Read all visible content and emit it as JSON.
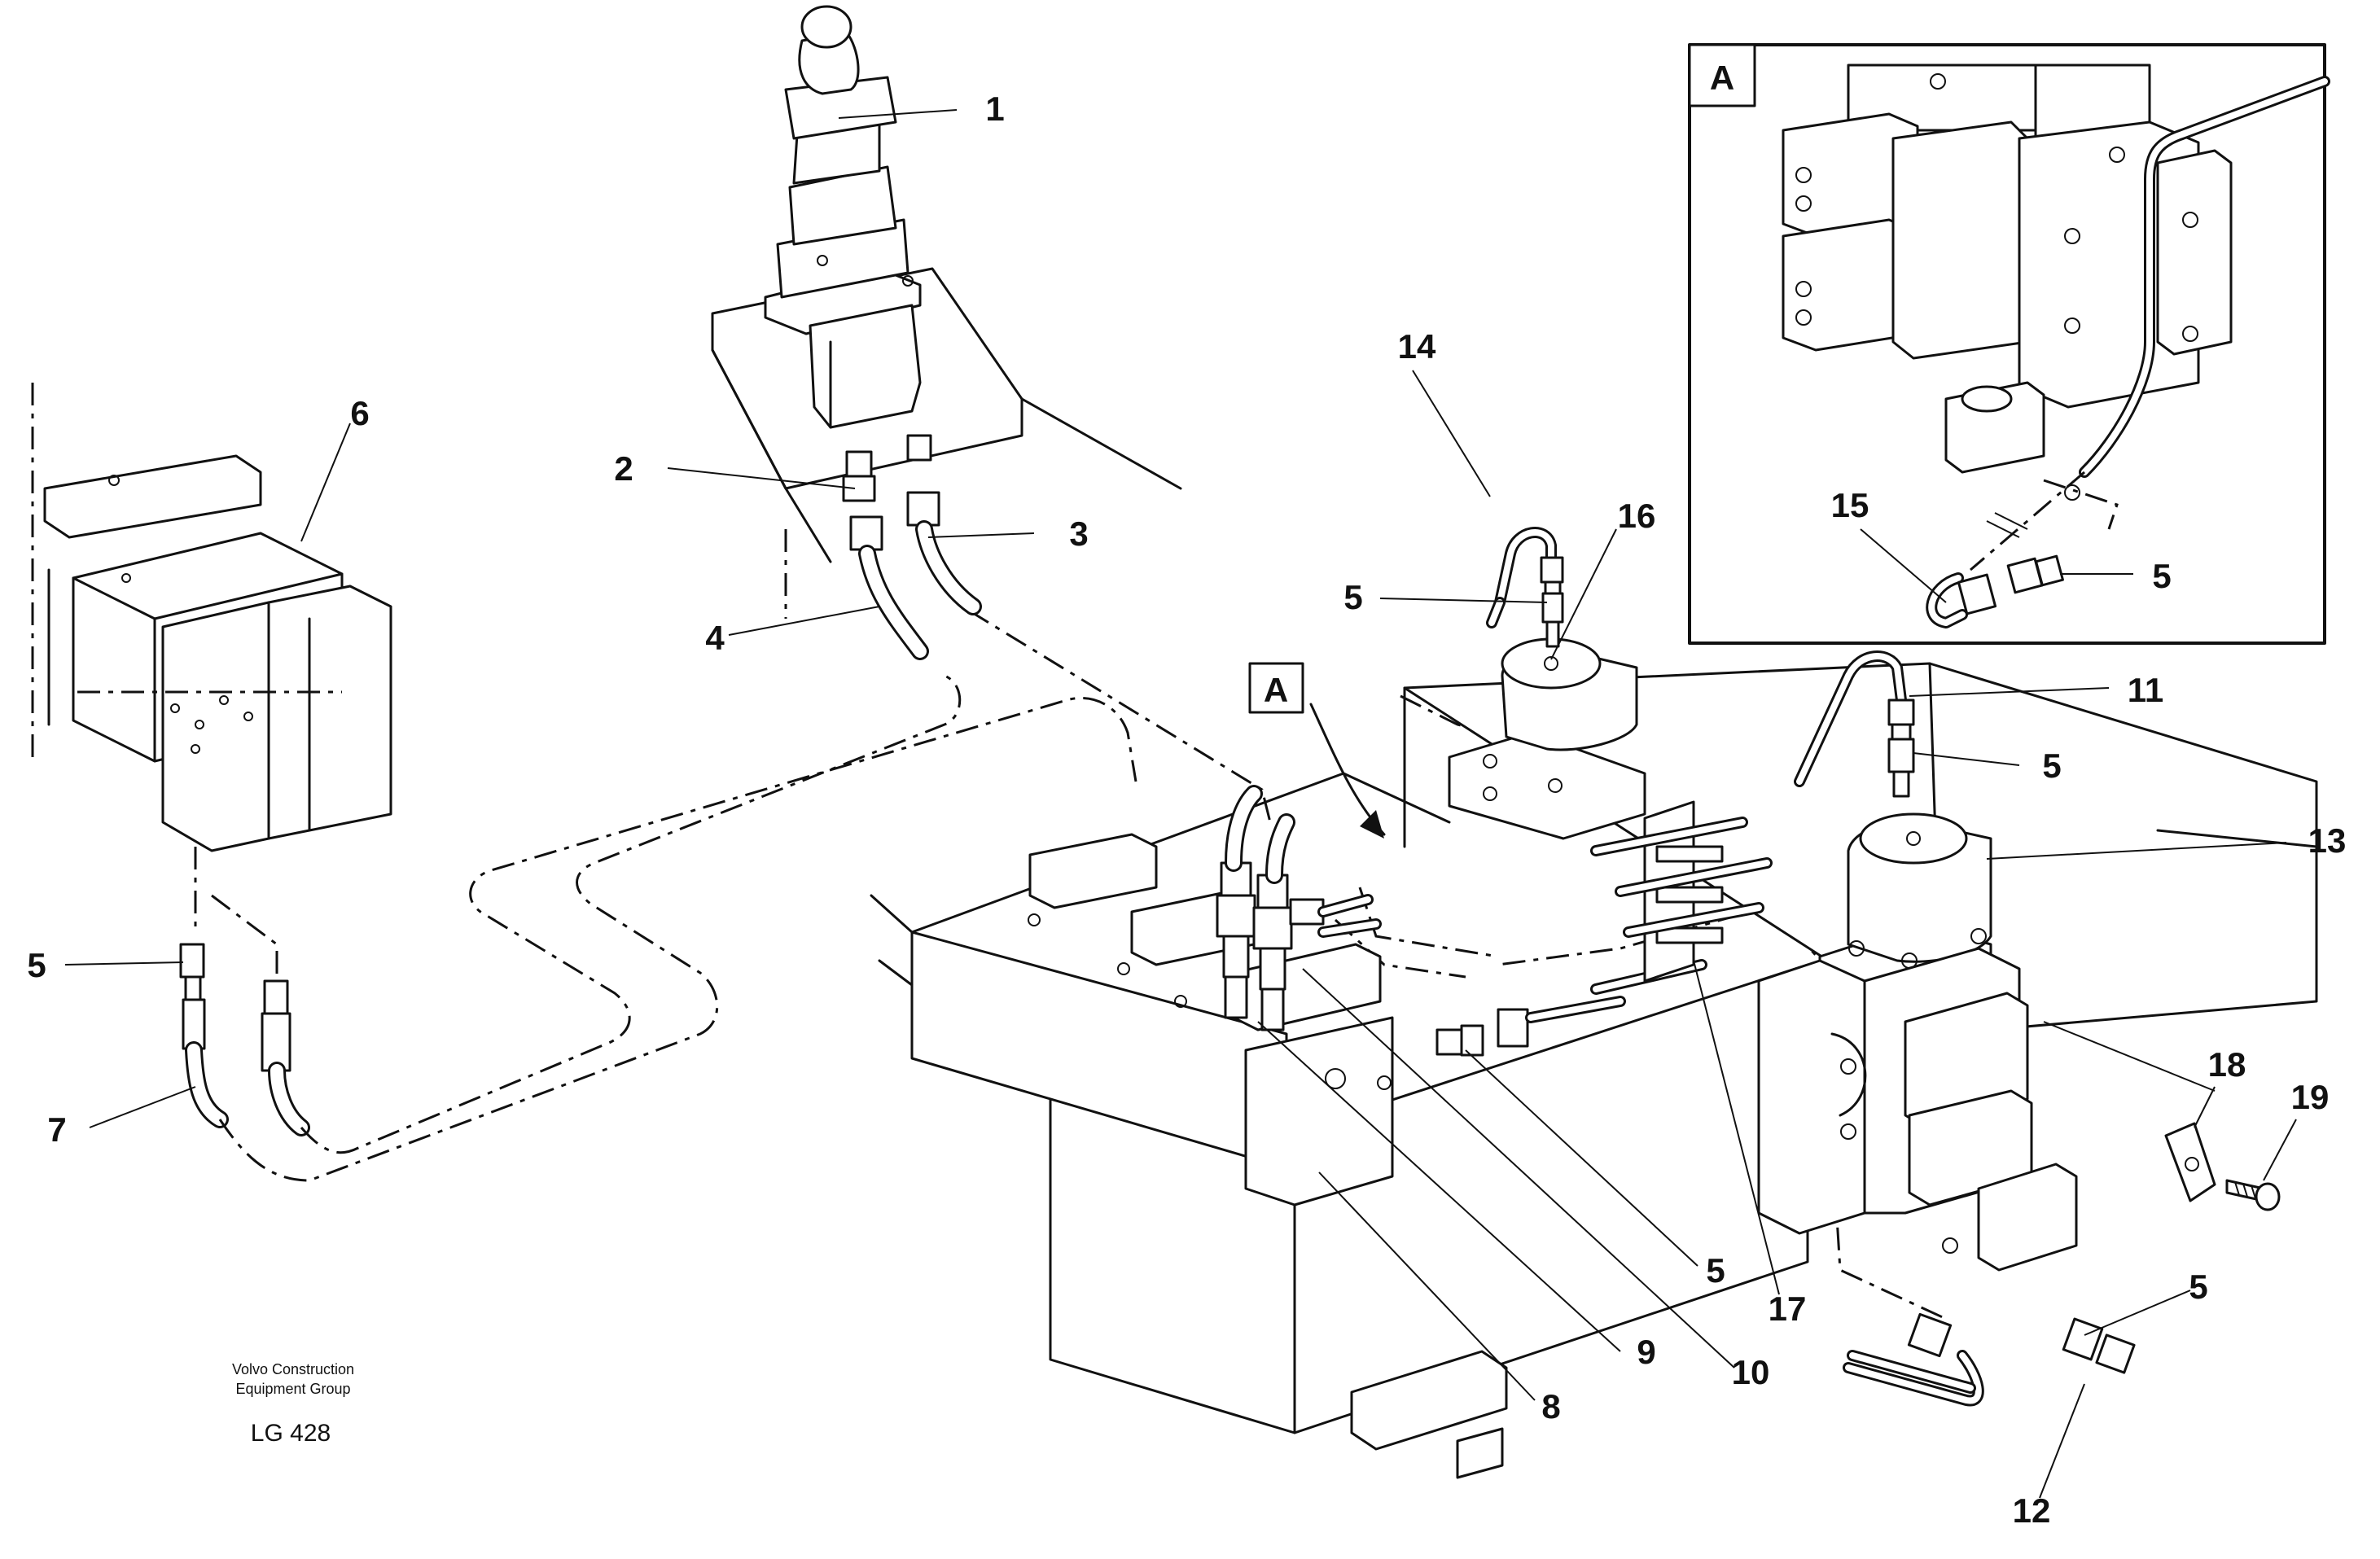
{
  "diagram": {
    "callouts": [
      "1",
      "2",
      "3",
      "4",
      "5",
      "6",
      "7",
      "8",
      "9",
      "10",
      "11",
      "12",
      "13",
      "14",
      "15",
      "16",
      "17",
      "18",
      "19"
    ],
    "view_letter": "A",
    "inset_letter": "A",
    "credit_line1": "Volvo Construction",
    "credit_line2": "Equipment Group",
    "drawing_code": "LG 428"
  }
}
